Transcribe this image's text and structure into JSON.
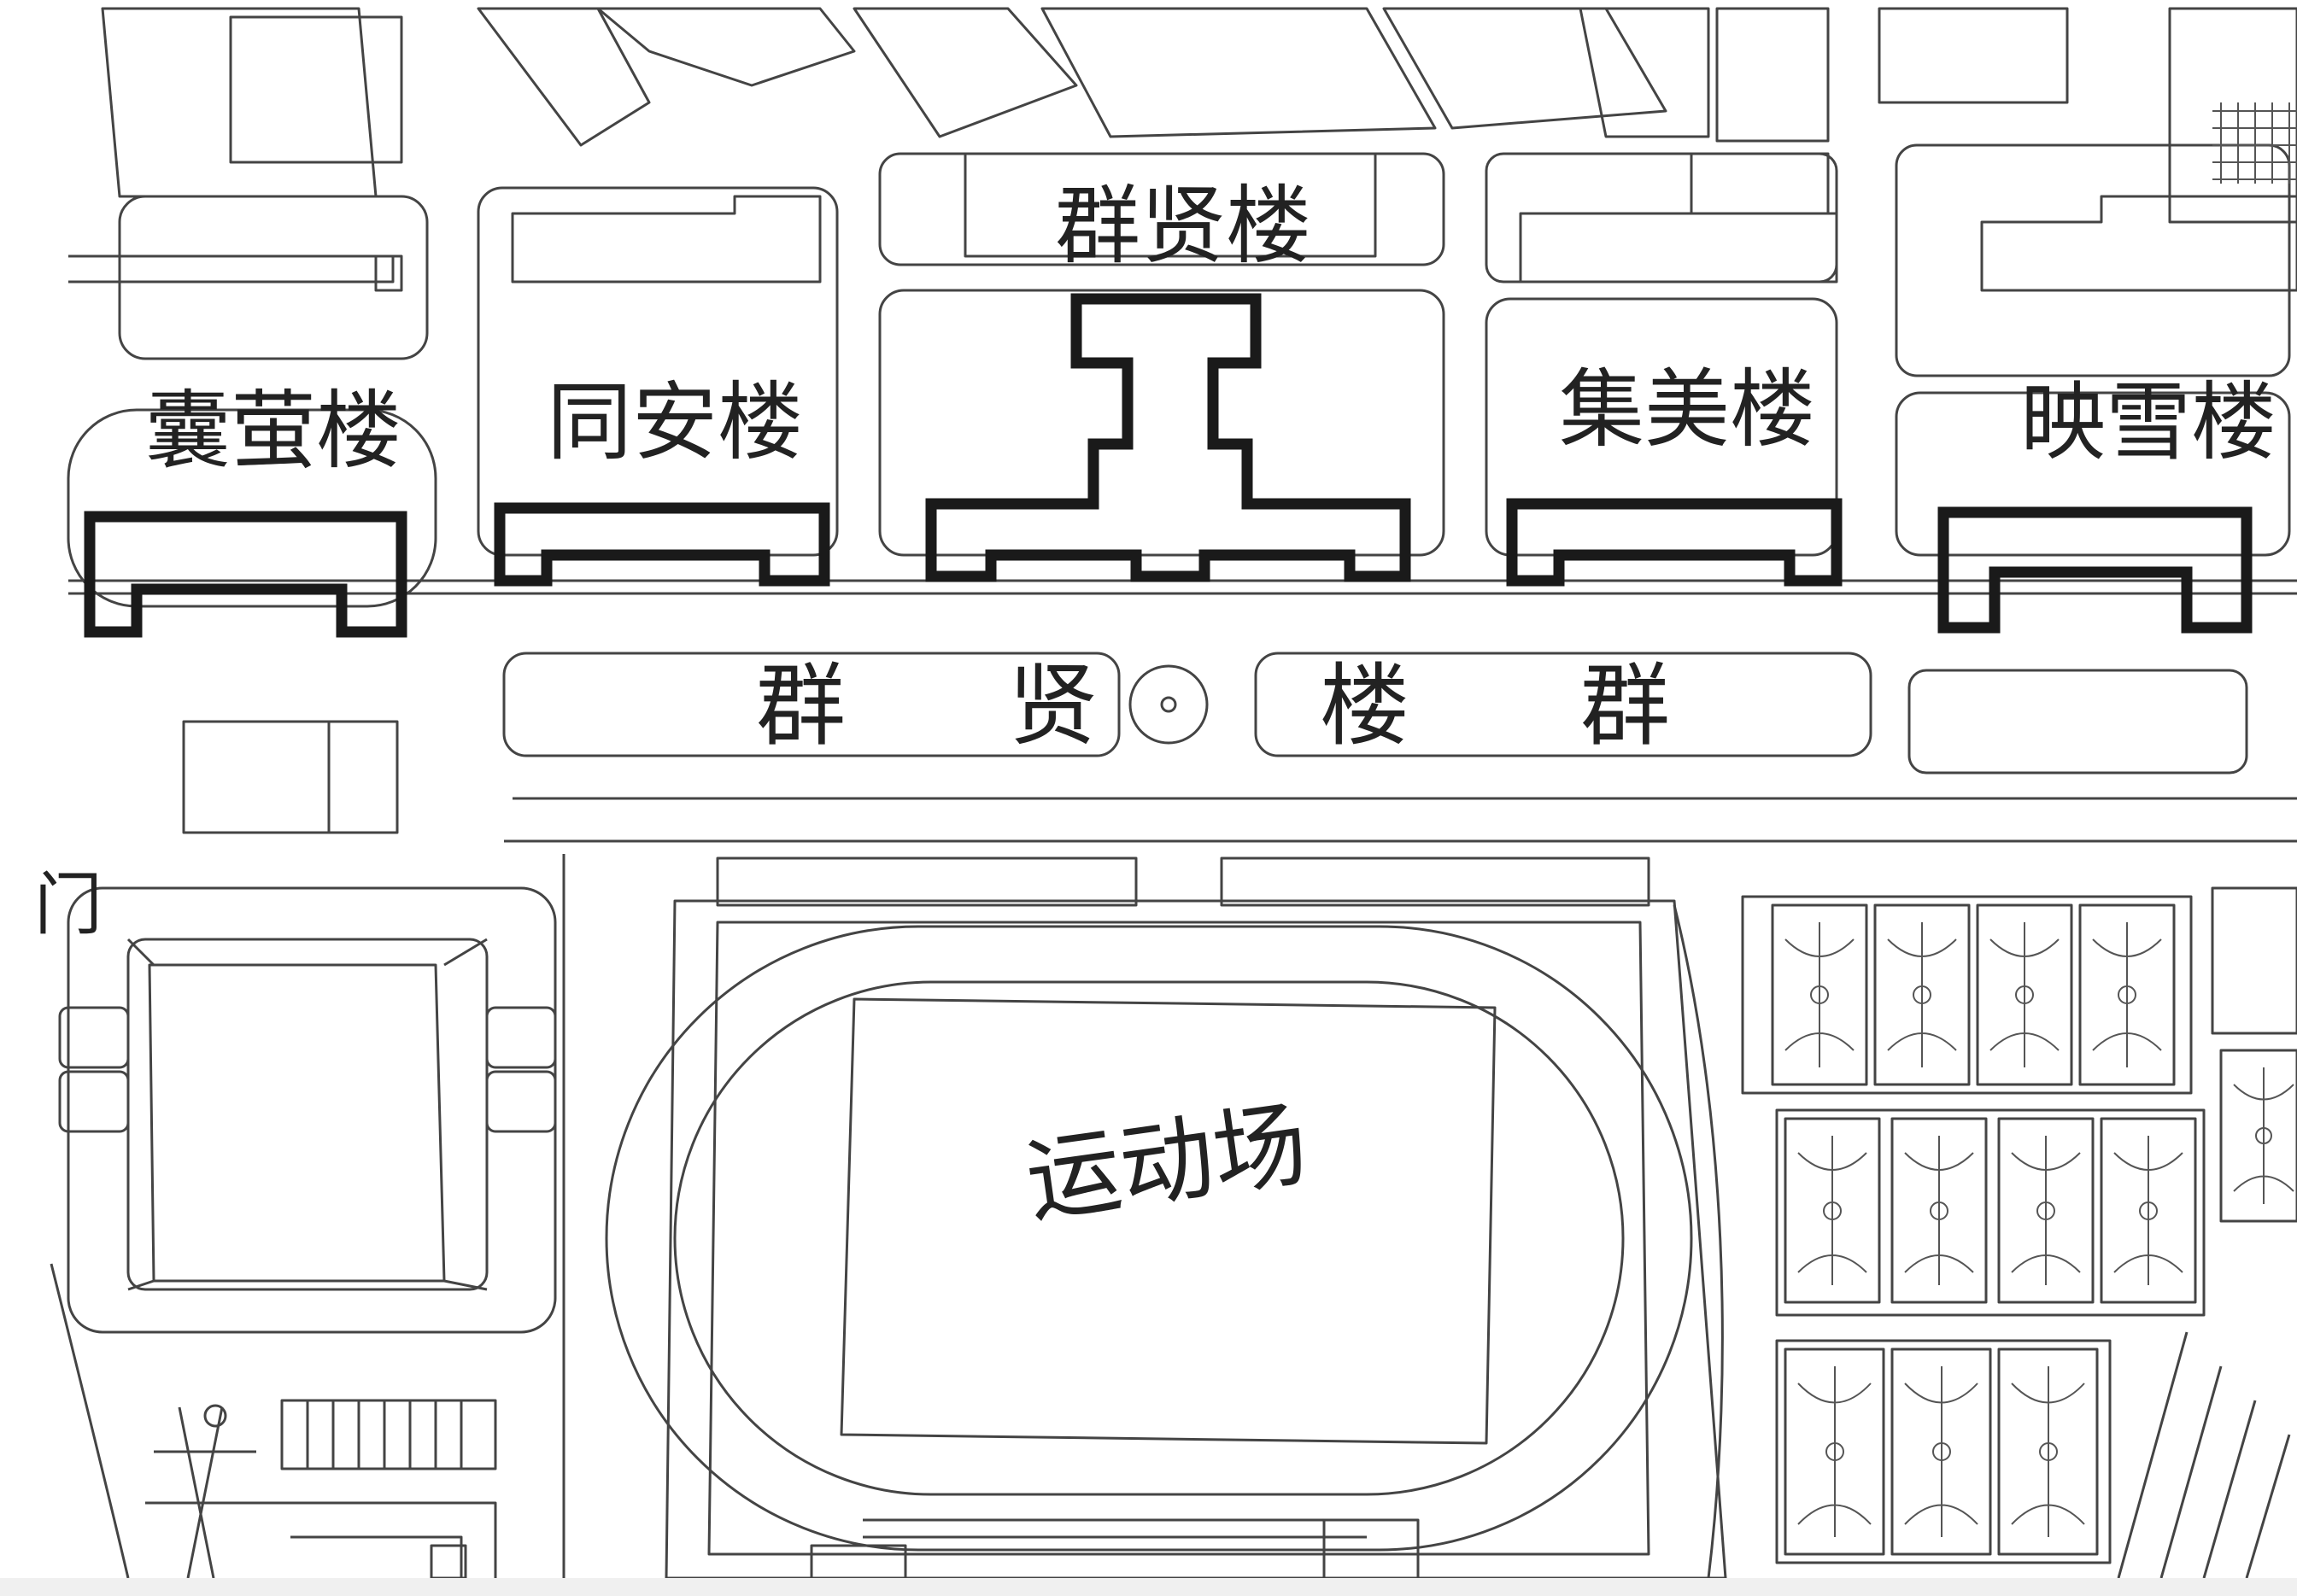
{
  "map": {
    "colors": {
      "paper": "#ffffff",
      "ink": "#222222",
      "faint": "#555555"
    },
    "buildings": [
      {
        "key": "nangying",
        "label": "囊萤楼"
      },
      {
        "key": "tongan",
        "label": "同安楼"
      },
      {
        "key": "qunxian",
        "label": "群贤楼"
      },
      {
        "key": "jimei",
        "label": "集美楼"
      },
      {
        "key": "yingxue",
        "label": "映雪楼"
      }
    ],
    "complex_label": {
      "chars": [
        "群",
        "贤",
        "楼",
        "群"
      ]
    },
    "stadium_label": "运动场",
    "gate_label": "门"
  }
}
